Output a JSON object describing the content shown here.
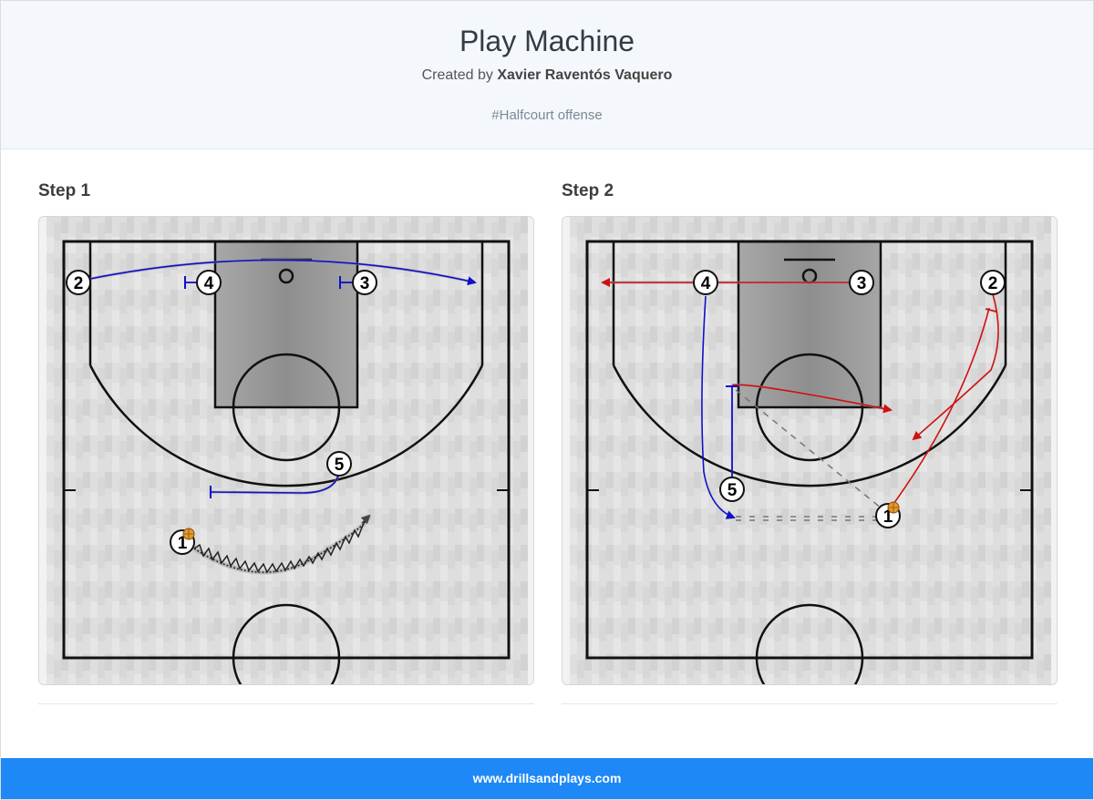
{
  "header": {
    "title": "Play Machine",
    "created_by_prefix": "Created by",
    "author": "Xavier Raventós Vaquero",
    "tag": "#Halfcourt offense"
  },
  "steps": [
    {
      "label": "Step 1",
      "players": [
        {
          "number": "2",
          "has_ball": false
        },
        {
          "number": "4",
          "has_ball": false
        },
        {
          "number": "3",
          "has_ball": false
        },
        {
          "number": "5",
          "has_ball": false
        },
        {
          "number": "1",
          "has_ball": true
        }
      ]
    },
    {
      "label": "Step 2",
      "players": [
        {
          "number": "4",
          "has_ball": false
        },
        {
          "number": "3",
          "has_ball": false
        },
        {
          "number": "2",
          "has_ball": false
        },
        {
          "number": "5",
          "has_ball": false
        },
        {
          "number": "1",
          "has_ball": true
        }
      ]
    }
  ],
  "footer": {
    "url": "www.drillsandplays.com"
  },
  "colors": {
    "header_bg": "#f4f8fc",
    "footer_bg": "#1e88f7",
    "screen_line": "#1010c8",
    "cut_line": "#d01010",
    "dribble_line": "#222222",
    "pass_line": "#777777"
  }
}
